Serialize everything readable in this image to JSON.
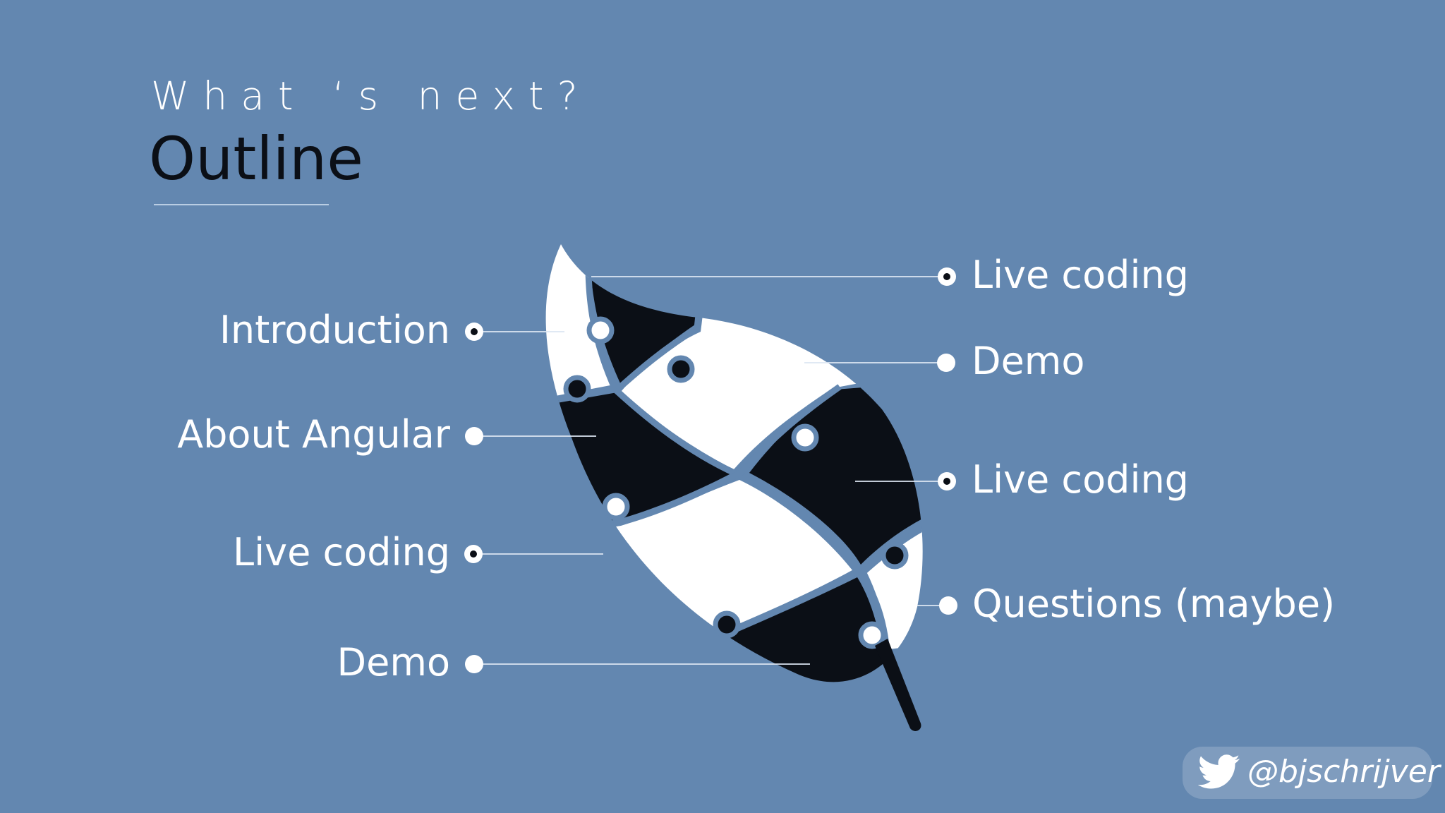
{
  "header": {
    "subtitle": "What ‘s next?",
    "title": "Outline"
  },
  "diagram": {
    "left_items": [
      "Introduction",
      "About Angular",
      "Live coding",
      "Demo"
    ],
    "right_items": [
      "Live coding",
      "Demo",
      "Live coding",
      "Questions (maybe)"
    ]
  },
  "footer": {
    "twitter_handle": "@bjschrijver",
    "icon": "twitter-bird-icon"
  },
  "colors": {
    "background": "#6387b0",
    "dark_piece": "#0b0f16",
    "light_piece": "#ffffff"
  }
}
